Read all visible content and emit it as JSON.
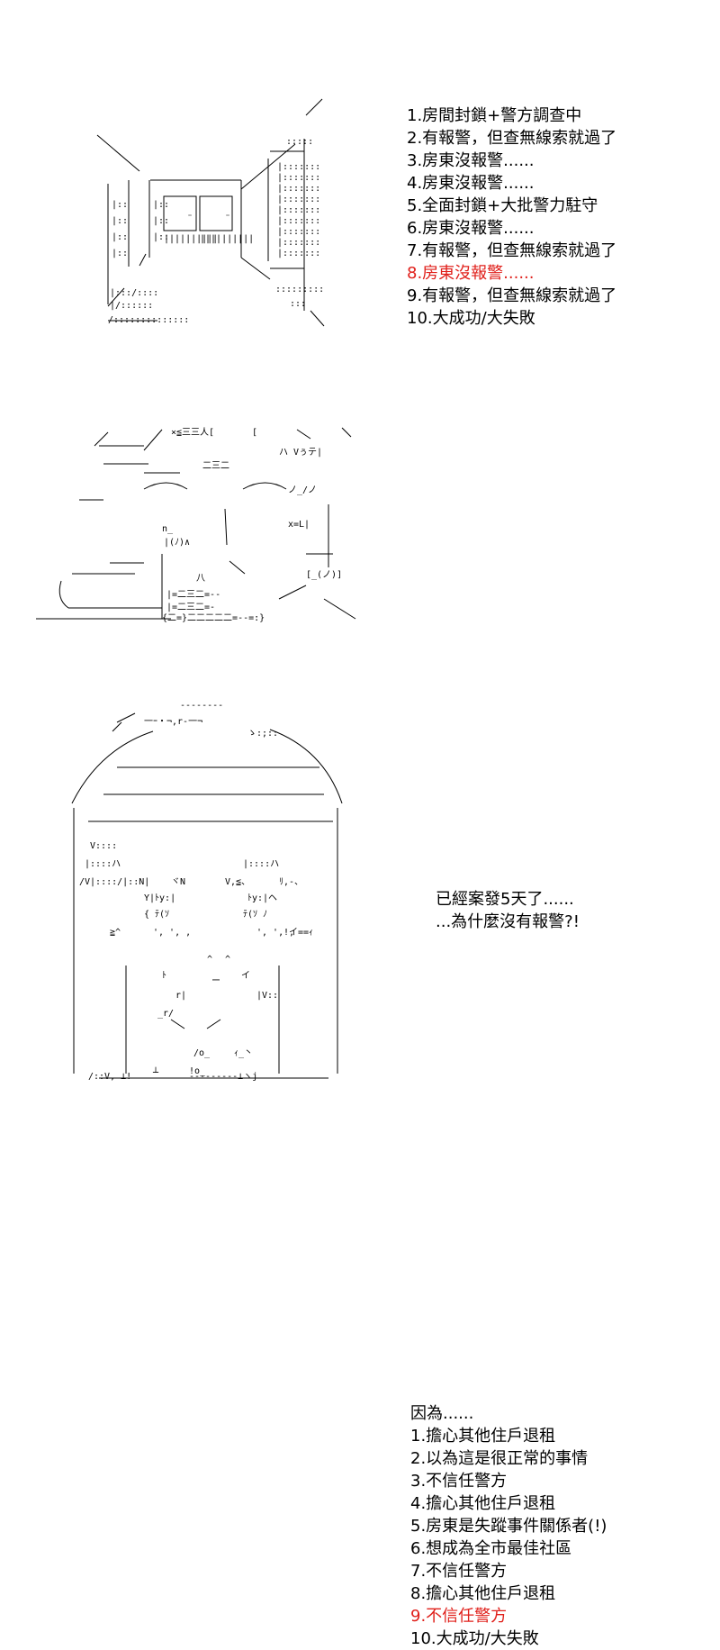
{
  "panel1": {
    "list": [
      {
        "text": "1.房間封鎖+警方調查中",
        "highlight": false
      },
      {
        "text": "2.有報警，但查無線索就過了",
        "highlight": false
      },
      {
        "text": "3.房東沒報警......",
        "highlight": false
      },
      {
        "text": "4.房東沒報警......",
        "highlight": false
      },
      {
        "text": "5.全面封鎖+大批警力駐守",
        "highlight": false
      },
      {
        "text": "6.房東沒報警......",
        "highlight": false
      },
      {
        "text": "7.有報警，但查無線索就過了",
        "highlight": false
      },
      {
        "text": "8.房東沒報警......",
        "highlight": true
      },
      {
        "text": "9.有報警，但查無線索就過了",
        "highlight": false
      },
      {
        "text": "10.大成功/大失敗",
        "highlight": false
      }
    ]
  },
  "panel2": {
    "dialog": [
      "已經案發5天了......",
      "...為什麼沒有報警?!"
    ]
  },
  "panel3": {
    "list": [
      {
        "text": "因為......",
        "highlight": false
      },
      {
        "text": "1.擔心其他住戶退租",
        "highlight": false
      },
      {
        "text": "2.以為這是很正常的事情",
        "highlight": false
      },
      {
        "text": "3.不信任警方",
        "highlight": false
      },
      {
        "text": "4.擔心其他住戶退租",
        "highlight": false
      },
      {
        "text": "5.房東是失蹤事件關係者(!)",
        "highlight": false
      },
      {
        "text": "6.想成為全市最佳社區",
        "highlight": false
      },
      {
        "text": "7.不信任警方",
        "highlight": false
      },
      {
        "text": "8.擔心其他住戶退租",
        "highlight": false
      },
      {
        "text": "9.不信任警方",
        "highlight": true
      },
      {
        "text": "10.大成功/大失敗",
        "highlight": false
      }
    ]
  },
  "colors": {
    "highlight": "#e0201b",
    "text": "#000000"
  },
  "art": {
    "room_tokens": [
      ":::",
      ":::::",
      "|",
      "/",
      "\\",
      "─",
      "¨",
      "ii",
      "|||||||||"
    ],
    "character_tokens": [
      "×≦三三人[",
      "[",
      "ハ Vぅテ|",
      "二三二",
      "n_",
      "|(ﾉ)∧",
      "x=L|",
      "{二=}二二二二二=--=:}",
      "ノ_/ノ",
      "[_(ノ)]",
      "八"
    ],
    "portrait_tokens": [
      "--------",
      "一ｰ・¬,r‐一¬",
      "ゝ:;::",
      "V::::",
      "|::::ハ",
      "lﾄy:|",
      "ヾN",
      "V,≦、",
      "Y|ﾄy:|",
      "ﾄy:|ヘ",
      "ﾘ,-、",
      "{ ﾃ(ｿ",
      "ﾃ(ｿ ﾉ",
      "≧^",
      "ﾊ",
      "', ', ,",
      "', ', ,",
      "!イ==ｨ",
      "^",
      "^",
      "ー",
      "イ",
      "ﾄ",
      "r|",
      "|V::",
      "_r/",
      "/o_",
      "!o_",
      "┴",
      "ｨ_丶",
      "/::V,_⊥!",
      "---------⊥ヽj"
    ]
  }
}
